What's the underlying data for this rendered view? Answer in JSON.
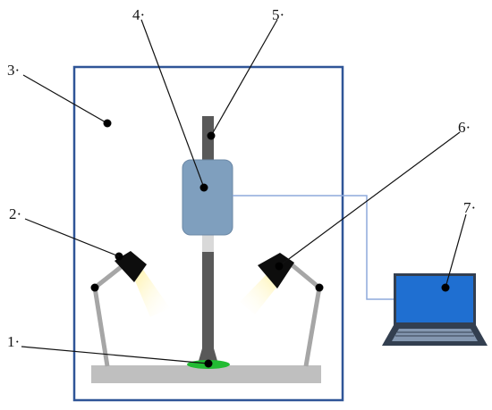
{
  "diagram": {
    "labels": [
      {
        "id": "1",
        "text": "1·"
      },
      {
        "id": "2",
        "text": "2·"
      },
      {
        "id": "3",
        "text": "3·"
      },
      {
        "id": "4",
        "text": "4·"
      },
      {
        "id": "5",
        "text": "5·"
      },
      {
        "id": "6",
        "text": "6·"
      },
      {
        "id": "7",
        "text": "7·"
      }
    ],
    "colors": {
      "enclosure": "#2f5597",
      "rod": "#595959",
      "camera": "#7f9fbe",
      "base": "#bfbfbf",
      "sample": "#22bb33",
      "lamp_head": "#0d0d0d",
      "lamp_arm": "#a6a6a6",
      "light_glow": "#fff2a8",
      "cable": "#8eaadb",
      "laptop_screen": "#1f6fd1",
      "laptop_body": "#333f50"
    }
  }
}
